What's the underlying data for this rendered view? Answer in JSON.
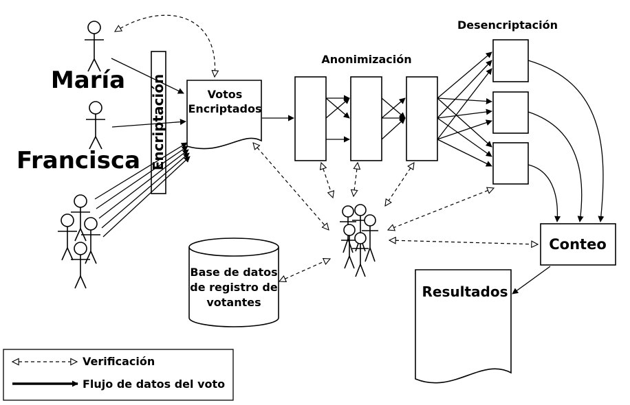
{
  "names": {
    "maria": "María",
    "francisca": "Francisca"
  },
  "encryption_label": "Encriptación",
  "encrypted_votes": {
    "line1": "Votos",
    "line2": "Encriptados"
  },
  "anonymization_label": "Anonimización",
  "decryption_label": "Desencriptación",
  "database": {
    "line1": "Base de datos",
    "line2": "de registro de",
    "line3": "votantes"
  },
  "count_label": "Conteo",
  "results_label": "Resultados",
  "legend": {
    "verification": "Verificación",
    "data_flow": "Flujo de datos del voto"
  }
}
